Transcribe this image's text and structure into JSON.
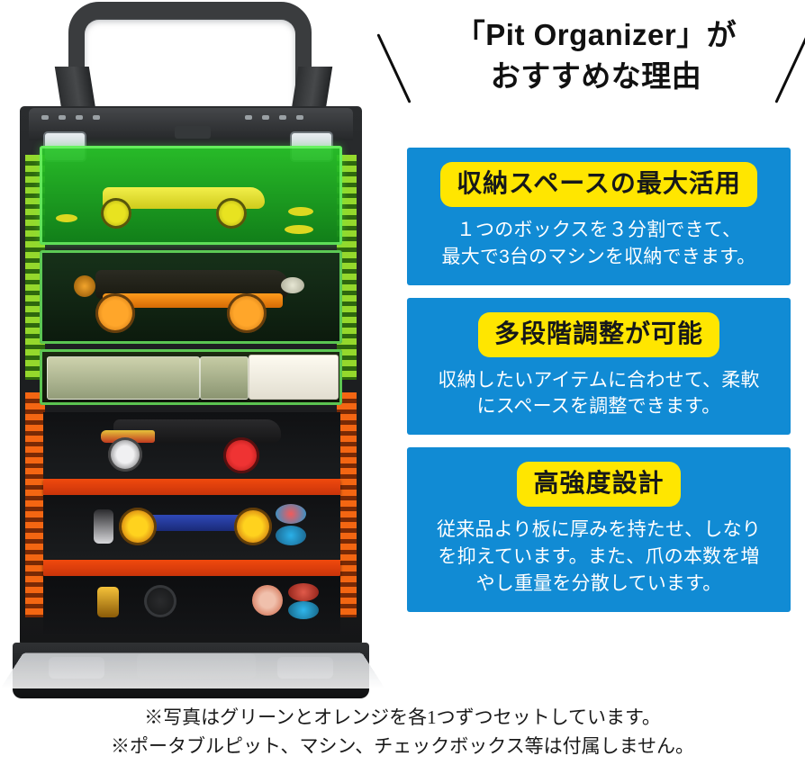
{
  "header": {
    "title_line1": "「Pit Organizer」が",
    "title_line2": "おすすめな理由",
    "decor_left": "slash-mark-left",
    "decor_right": "slash-mark-right"
  },
  "colors": {
    "card_blue": "#118bd4",
    "pill_yellow": "#ffe600",
    "body_text": "#ffffff",
    "headline_text": "#111111",
    "shelf_orange": "#f0490d",
    "tray_green": "#28c828"
  },
  "cards": [
    {
      "title": "収納スペースの最大活用",
      "body": [
        "１つのボックスを３分割できて、",
        "最大で3台のマシンを収納できます。"
      ]
    },
    {
      "title": "多段階調整が可能",
      "body": [
        "収納したいアイテムに合わせて、柔軟",
        "にスペースを調整できます。"
      ]
    },
    {
      "title": "高強度設計",
      "body": [
        "従来品より板に厚みを持たせ、しなり",
        "を抑えています。また、爪の本数を増",
        "やし重量を分散しています。"
      ]
    }
  ],
  "footnotes": [
    "※写真はグリーンとオレンジを各1つずつセットしています。",
    "※ポータブルピット、マシン、チェックボックス等は付属しません。"
  ],
  "product_photo": {
    "alt": "ピットオーガナイザー 収納ケース 写真",
    "sections": [
      "carry-handle",
      "green-translucent-drawer-top",
      "green-tray-with-orange-mini4wd",
      "clear-parts-boxes-shelf",
      "orange-shelf-with-black-car",
      "orange-shelf-with-chassis-and-wheels",
      "bottom-bay-with-small-parts"
    ]
  }
}
